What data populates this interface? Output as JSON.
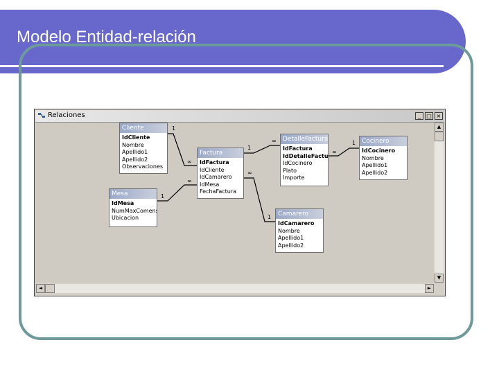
{
  "slide": {
    "title": "Modelo Entidad-relación"
  },
  "window": {
    "caption": "Relaciones",
    "min_label": "_",
    "max_label": "□",
    "close_label": "×"
  },
  "tables": {
    "cliente": {
      "name": "Cliente",
      "fields": [
        "IdCliente",
        "Nombre",
        "Apellido1",
        "Apellido2",
        "Observaciones"
      ]
    },
    "factura": {
      "name": "Factura",
      "fields": [
        "IdFactura",
        "IdCliente",
        "IdCamarero",
        "IdMesa",
        "FechaFactura"
      ]
    },
    "detalle": {
      "name": "DetalleFactura",
      "fields": [
        "IdFactura",
        "IdDetalleFactura",
        "IdCocinero",
        "Plato",
        "Importe"
      ]
    },
    "cocinero": {
      "name": "Cocinero",
      "fields": [
        "IdCocinero",
        "Nombre",
        "Apellido1",
        "Apellido2"
      ]
    },
    "mesa": {
      "name": "Mesa",
      "fields": [
        "IdMesa",
        "NumMaxComensales",
        "Ubicacion"
      ]
    },
    "camarero": {
      "name": "Camarero",
      "fields": [
        "IdCamarero",
        "Nombre",
        "Apellido1",
        "Apellido2"
      ]
    }
  },
  "cardinality": {
    "one": "1",
    "many": "∞"
  },
  "colors": {
    "title_bar": "#6868cc",
    "frame": "#6f9a9a",
    "table_header": "#9aa8c8",
    "canvas": "#cfcbc3"
  }
}
